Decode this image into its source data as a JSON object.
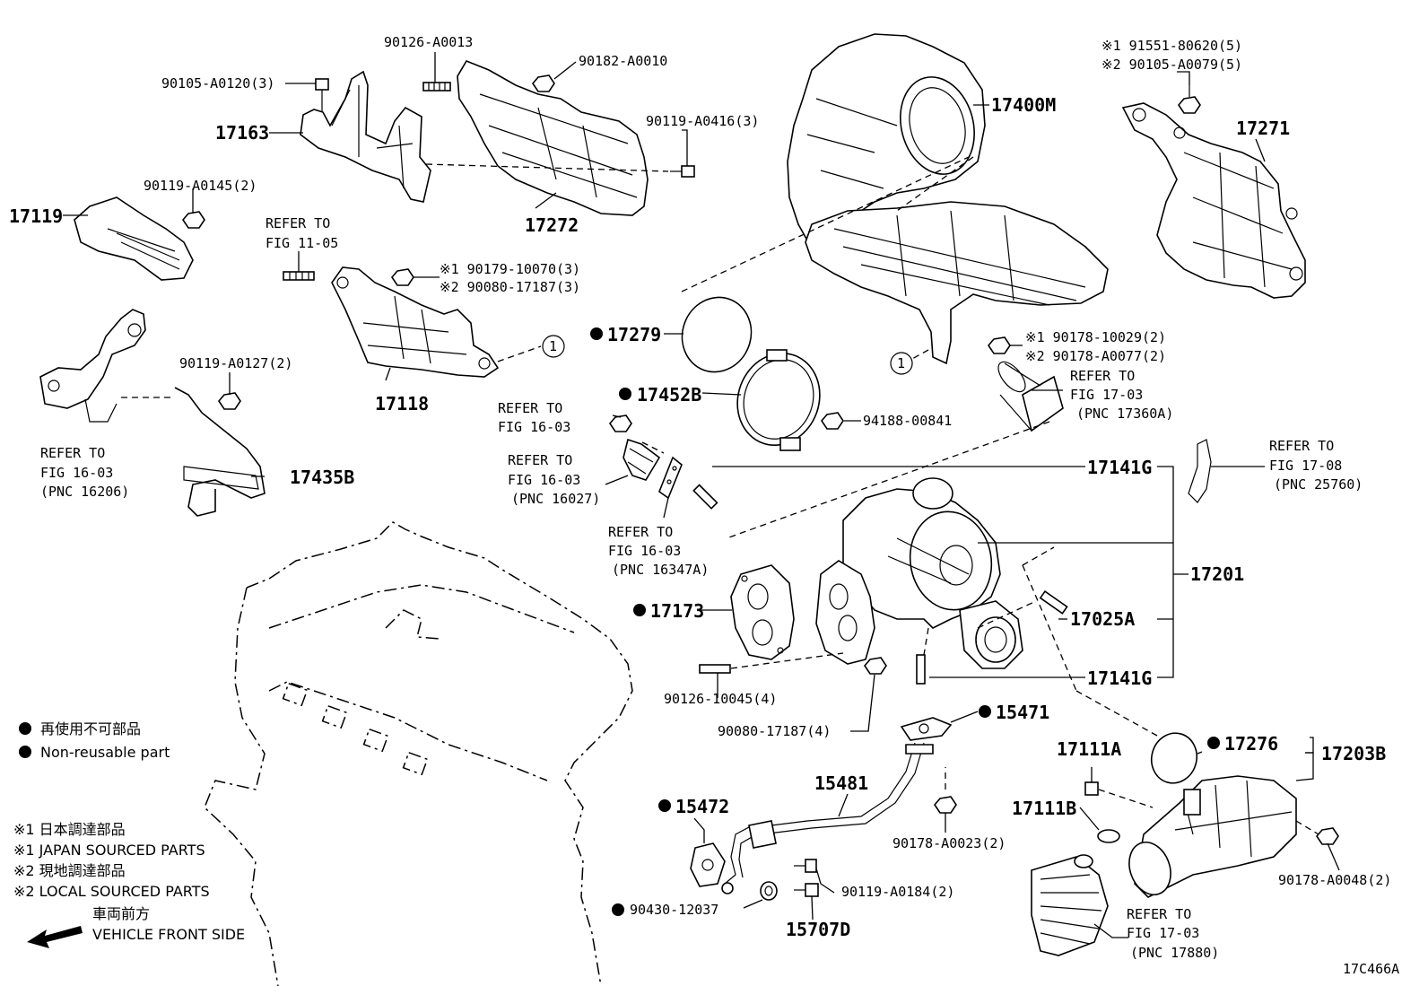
{
  "labels": {
    "p90126_A0013": "90126-A0013",
    "p90182_A0010": "90182-A0010",
    "p90105_A0120": "90105-A0120(3)",
    "p17163": "17163",
    "p90119_A0416": "90119-A0416(3)",
    "p90119_A0145": "90119-A0145(2)",
    "p17119": "17119",
    "p17272": "17272",
    "refer_11_05_a": "REFER TO",
    "refer_11_05_b": "FIG 11-05",
    "p90179_10070": "※1 90179-10070(3)",
    "p90080_17187_3": "※2 90080-17187(3)",
    "p90119_A0127": "90119-A0127(2)",
    "p17118": "17118",
    "refer_16_03_16206_a": "REFER TO",
    "refer_16_03_16206_b": "FIG 16-03",
    "refer_16_03_16206_c": "(PNC 16206)",
    "p17435B": "17435B",
    "p17400M": "17400M",
    "p91551_80620": "※1 91551-80620(5)",
    "p90105_A0079": "※2 90105-A0079(5)",
    "p17271": "17271",
    "p17279": "17279",
    "p90178_10029": "※1 90178-10029(2)",
    "p90178_A0077": "※2 90178-A0077(2)",
    "refer_17_03_17360A_a": "REFER TO",
    "refer_17_03_17360A_b": "FIG 17-03",
    "refer_17_03_17360A_c": "(PNC 17360A)",
    "p17452B": "17452B",
    "refer_16_03_a": "REFER TO",
    "refer_16_03_b": "FIG 16-03",
    "p94188_00841": "94188-00841",
    "refer_16_03_16027_a": "REFER TO",
    "refer_16_03_16027_b": "FIG 16-03",
    "refer_16_03_16027_c": "(PNC 16027)",
    "p17141G_top": "17141G",
    "refer_17_08_a": "REFER TO",
    "refer_17_08_b": "FIG 17-08",
    "refer_17_08_c": "(PNC 25760)",
    "refer_16_03_16347A_a": "REFER TO",
    "refer_16_03_16347A_b": "FIG 16-03",
    "refer_16_03_16347A_c": "(PNC 16347A)",
    "p17201": "17201",
    "p17173": "17173",
    "p17025A": "17025A",
    "p90126_10045": "90126-10045(4)",
    "p17141G_bottom": "17141G",
    "p90080_17187_4": "90080-17187(4)",
    "p15471": "15471",
    "p17111A": "17111A",
    "p17276": "17276",
    "p17203B": "17203B",
    "p15481": "15481",
    "p15472": "15472",
    "p17111B": "17111B",
    "p90178_A0023": "90178-A0023(2)",
    "p90119_A0184": "90119-A0184(2)",
    "p90178_A0048": "90178-A0048(2)",
    "p90430_12037": "90430-12037",
    "p15707D": "15707D",
    "refer_17_03_17880_a": "REFER TO",
    "refer_17_03_17880_b": "FIG 17-03",
    "refer_17_03_17880_c": "(PNC 17880)",
    "circle_ref": "1"
  },
  "legend": {
    "nonreusable_jp": "再使用不可部品",
    "nonreusable_en": "Non-reusable part",
    "japan_jp": "※1 日本調達部品",
    "japan_en": "※1 JAPAN SOURCED PARTS",
    "local_jp": "※2 現地調達部品",
    "local_en": "※2 LOCAL SOURCED PARTS",
    "front_jp": "車両前方",
    "front_en": "VEHICLE FRONT SIDE"
  },
  "figure_code": "17C466A"
}
